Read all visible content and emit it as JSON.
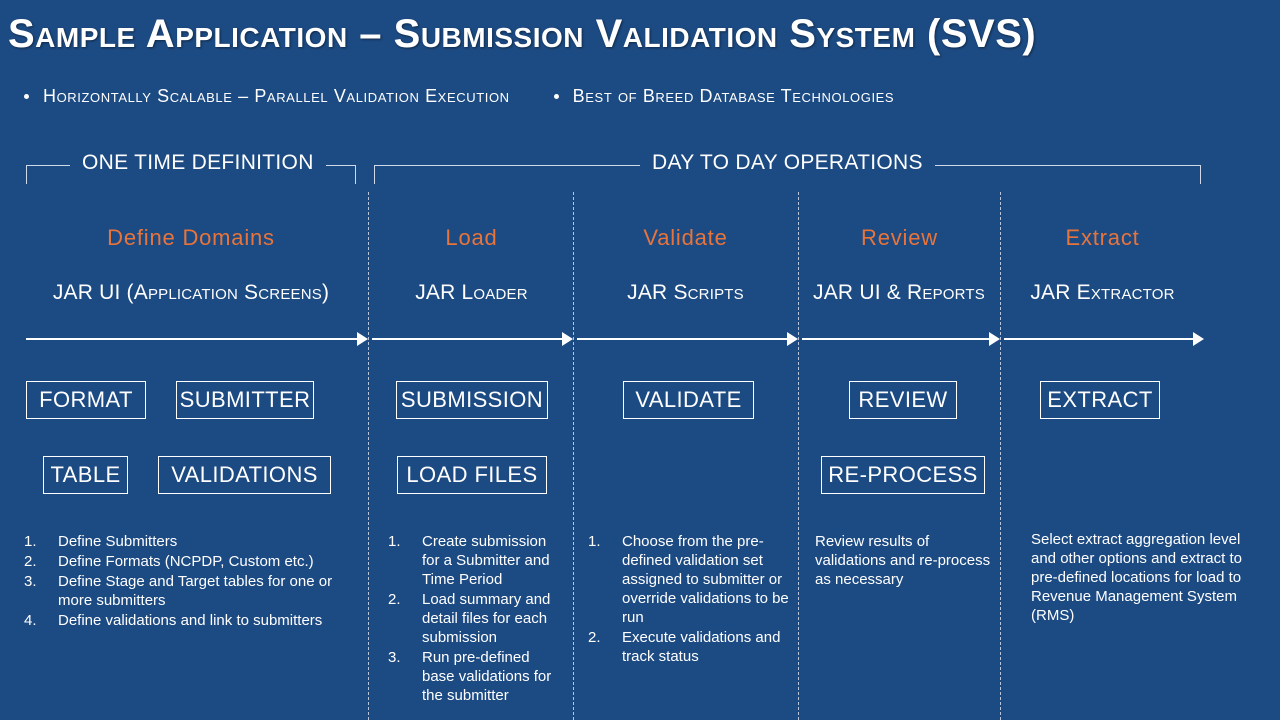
{
  "slide": {
    "title": "Sample Application – Submission Validation System (SVS)",
    "background_color": "#1c4a82",
    "accent_color": "#e8743b",
    "line_color": "#ffffff",
    "subtitle_bullets": [
      "Horizontally Scalable – Parallel Validation Execution",
      "Best of Breed Database Technologies"
    ]
  },
  "phases": [
    {
      "label": "ONE TIME DEFINITION"
    },
    {
      "label": "DAY TO DAY OPERATIONS"
    }
  ],
  "columns": [
    {
      "title": "Define Domains",
      "subtitle": "JAR UI (Application Screens)",
      "boxes_row1": [
        "FORMAT",
        "SUBMITTER"
      ],
      "boxes_row2": [
        "TABLE",
        "VALIDATIONS"
      ],
      "notes_type": "ordered",
      "notes": [
        "Define Submitters",
        "Define Formats (NCPDP, Custom etc.)",
        "Define Stage and Target tables for one or more submitters",
        "Define validations and link to submitters"
      ]
    },
    {
      "title": "Load",
      "subtitle": "JAR Loader",
      "boxes_row1": [
        "SUBMISSION"
      ],
      "boxes_row2": [
        "LOAD FILES"
      ],
      "notes_type": "ordered",
      "notes": [
        "Create submission for a Submitter and Time Period",
        "Load summary and detail files for each submission",
        "Run pre-defined base validations for the submitter"
      ]
    },
    {
      "title": "Validate",
      "subtitle": "JAR Scripts",
      "boxes_row1": [
        "VALIDATE"
      ],
      "boxes_row2": [],
      "notes_type": "ordered",
      "notes": [
        "Choose from the pre-defined validation set assigned to submitter or override validations to be run",
        "Execute validations and track status"
      ]
    },
    {
      "title": "Review",
      "subtitle": "JAR UI & Reports",
      "boxes_row1": [
        "REVIEW"
      ],
      "boxes_row2": [
        "RE-PROCESS"
      ],
      "notes_type": "paragraph",
      "notes": [
        "Review results of validations and re-process  as necessary"
      ]
    },
    {
      "title": "Extract",
      "subtitle": "JAR Extractor",
      "boxes_row1": [
        "EXTRACT"
      ],
      "boxes_row2": [],
      "notes_type": "paragraph",
      "notes": [
        "Select extract aggregation level and other options and extract to pre-defined locations for load to Revenue Management System (RMS)"
      ]
    }
  ],
  "flow_arrows": [
    {
      "name": "arrow-define-to-load"
    },
    {
      "name": "arrow-load-to-validate"
    },
    {
      "name": "arrow-validate-to-review"
    },
    {
      "name": "arrow-review-to-extract"
    },
    {
      "name": "arrow-extract-out"
    }
  ]
}
